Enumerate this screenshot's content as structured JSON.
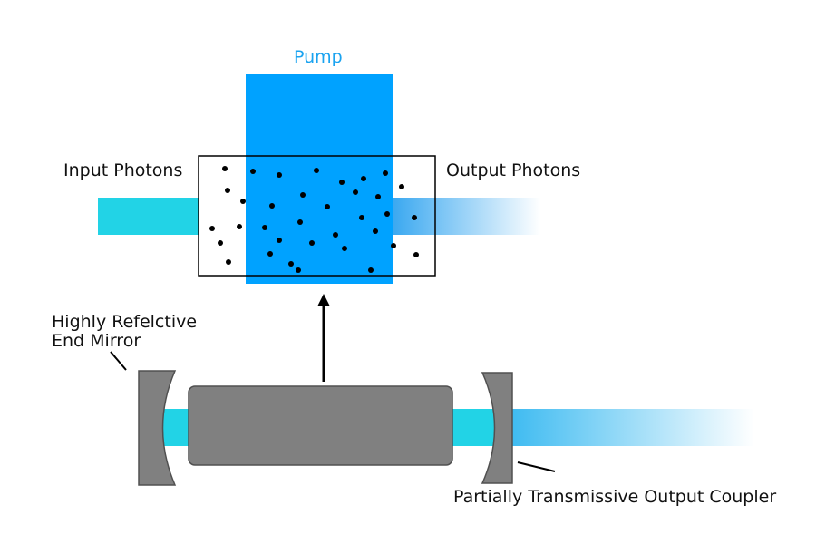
{
  "labels": {
    "pump": "Pump",
    "input_photons": "Input Photons",
    "output_photons": "Output Photons",
    "end_mirror_line1": "Highly Refelctive",
    "end_mirror_line2": "End Mirror",
    "output_coupler": "Partially Transmissive Output Coupler"
  },
  "colors": {
    "pump": "#00a2ff",
    "beam": "#22d3e6",
    "beam_fade": "#3aa8f0",
    "housing": "#808080",
    "housing_stroke": "#505050",
    "outline": "#000000",
    "text": "#111111"
  },
  "icons": [
    "photon-dot",
    "arrow-up-icon"
  ]
}
